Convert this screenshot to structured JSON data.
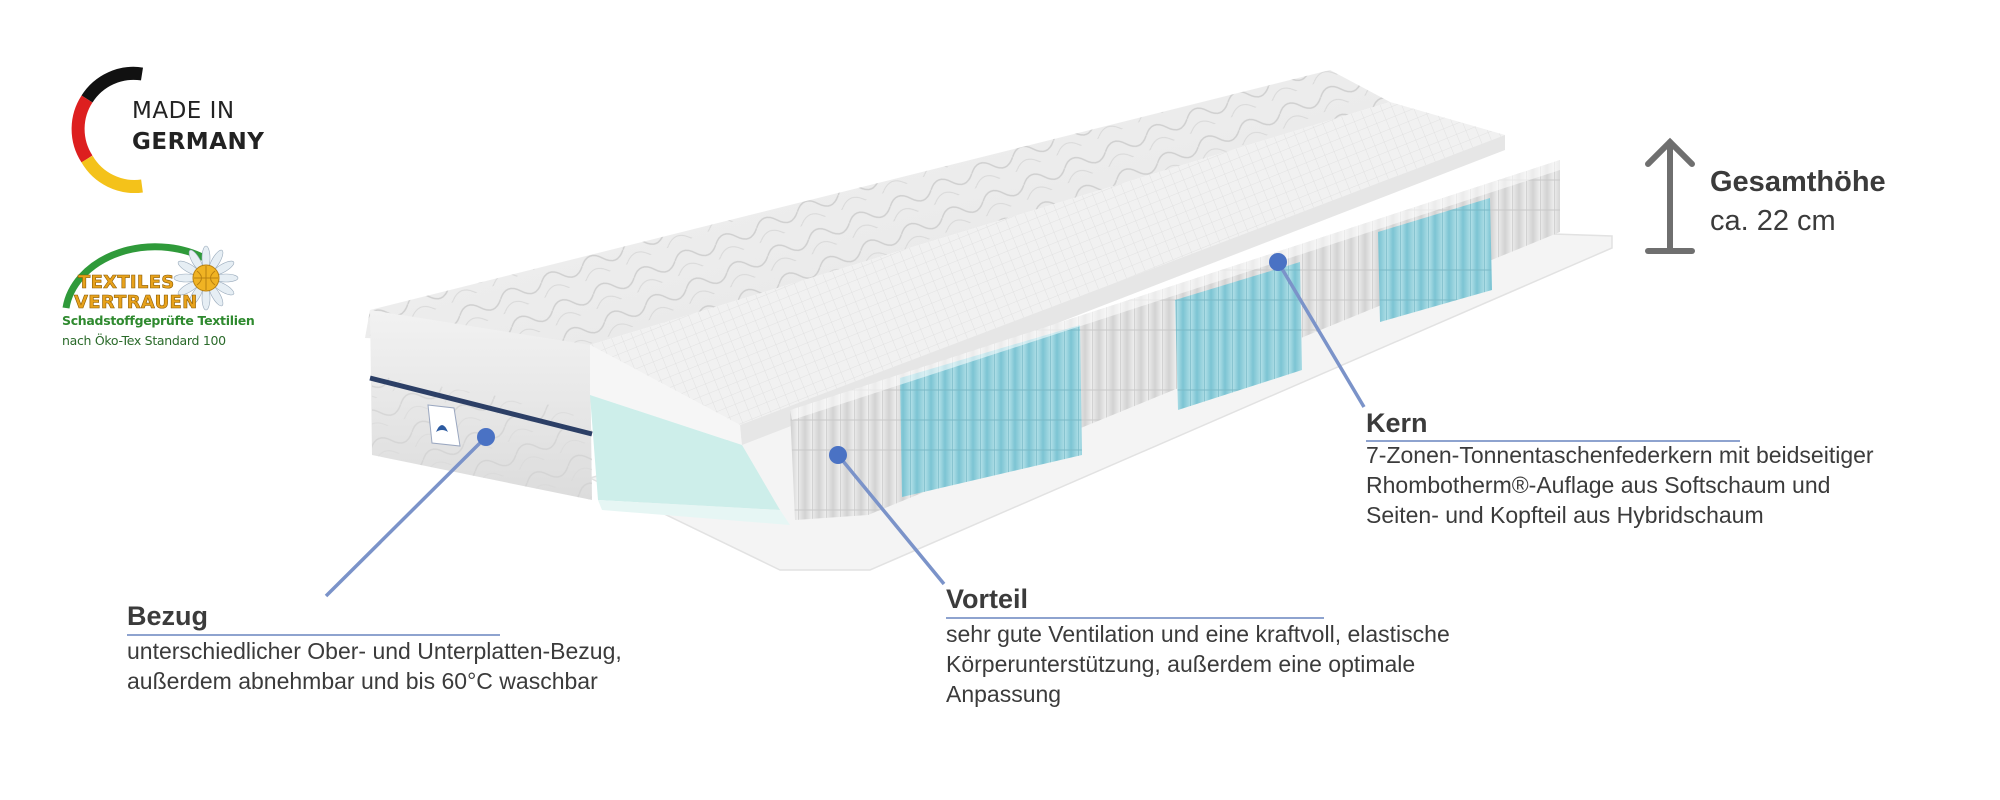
{
  "badges": {
    "made_in_line1": "MADE IN",
    "made_in_line2": "GERMANY",
    "oeko_line1": "TEXTILES",
    "oeko_line2": "VERTRAUEN",
    "oeko_sub": "Schadstoffgeprüfte Textilien",
    "oeko_standard": "nach Öko-Tex Standard 100"
  },
  "height": {
    "title": "Gesamthöhe",
    "value": "ca. 22 cm"
  },
  "callouts": {
    "bezug": {
      "title": "Bezug",
      "lines": [
        "unterschiedlicher Ober- und Unterplatten-Bezug,",
        "außerdem abnehmbar und bis 60°C waschbar"
      ]
    },
    "vorteil": {
      "title": "Vorteil",
      "lines": [
        "sehr gute Ventilation und eine kraftvoll, elastische",
        "Körperunterstützung, außerdem eine optimale",
        "Anpassung"
      ]
    },
    "kern": {
      "title": "Kern",
      "lines": [
        "7-Zonen-Tonnentaschenfederkern mit beidseitiger",
        "Rhombotherm®-Auflage aus Softschaum und",
        "Seiten- und Kopfteil aus Hybridschaum"
      ]
    }
  },
  "colors": {
    "accent_line": "#7b93c9",
    "dot": "#4a72c4",
    "spring_blue": "#8fd0dc",
    "foam_teal": "#cdeeea"
  }
}
